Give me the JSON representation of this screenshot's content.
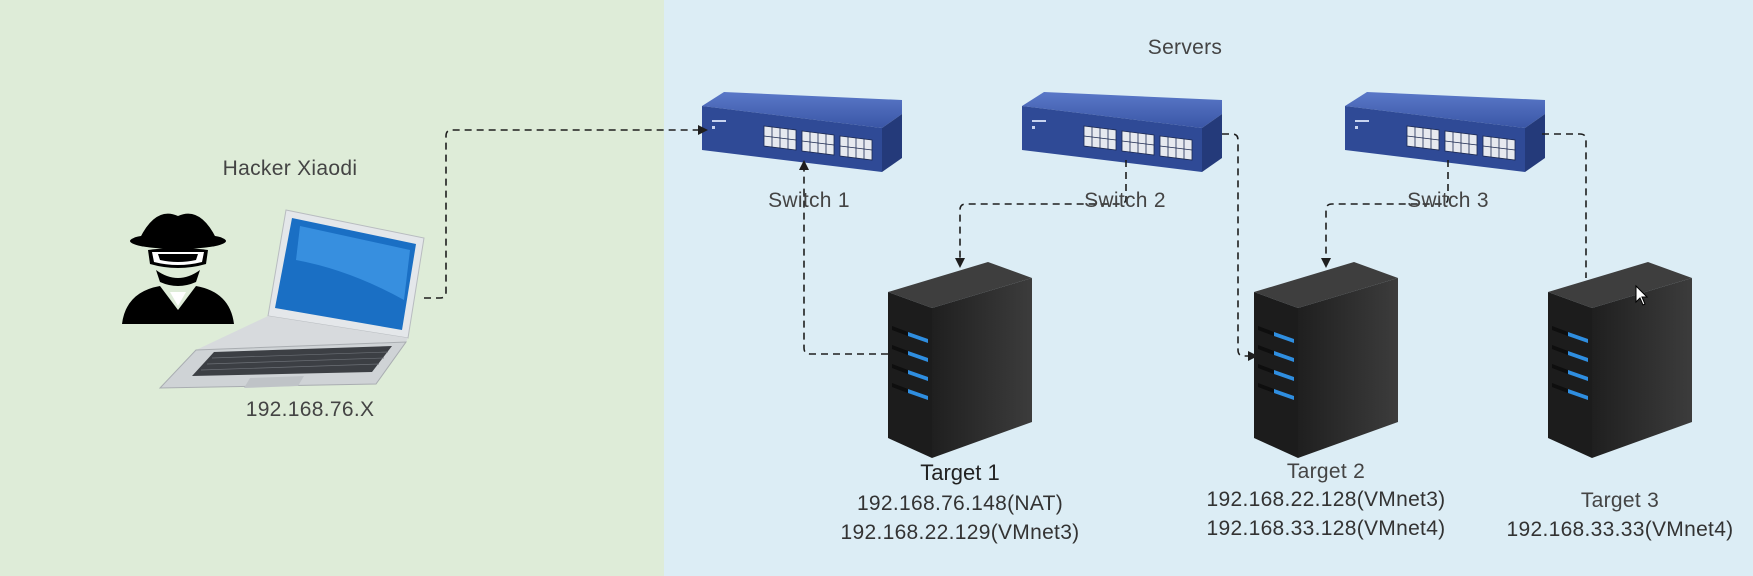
{
  "zones": {
    "attacker_color": "#deecd8",
    "servers_color": "#dcedf5",
    "servers_title": "Servers"
  },
  "attacker": {
    "name": "Hacker Xiaodi",
    "ip": "192.168.76.X",
    "icon": "hacker-icon",
    "device_icon": "laptop-icon"
  },
  "switches": [
    {
      "label": "Switch 1"
    },
    {
      "label": "Switch 2"
    },
    {
      "label": "Switch 3"
    }
  ],
  "targets": [
    {
      "name": "Target 1",
      "ips": [
        "192.168.76.148(NAT)",
        "192.168.22.129(VMnet3)"
      ]
    },
    {
      "name": "Target 2",
      "ips": [
        "192.168.22.128(VMnet3)",
        "192.168.33.128(VMnet4)"
      ]
    },
    {
      "name": "Target 3",
      "ips": [
        "192.168.33.33(VMnet4)"
      ]
    }
  ],
  "colors": {
    "switch_body": "#3a56a6",
    "server_body": "#2b2b2b",
    "server_led": "#2f8ee0",
    "connector": "#1e1e1e"
  }
}
